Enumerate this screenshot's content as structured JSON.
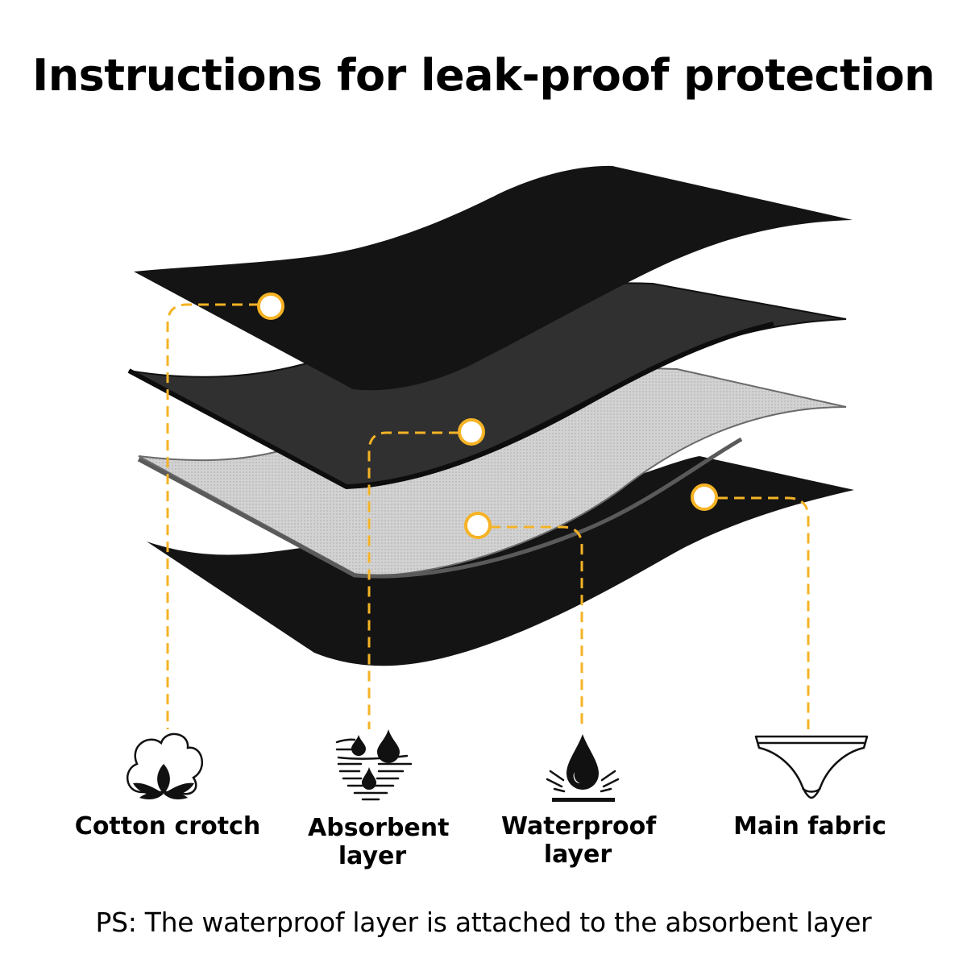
{
  "title": "Instructions for leak-proof protection",
  "layers": [
    {
      "key": "cotton",
      "label": "Cotton crotch",
      "icon": "cotton-boll-icon"
    },
    {
      "key": "absorbent",
      "label": "Absorbent layer",
      "icon": "absorbing-drops-icon"
    },
    {
      "key": "waterproof",
      "label": "Waterproof layer",
      "icon": "water-drop-repel-icon"
    },
    {
      "key": "main",
      "label": "Main fabric",
      "icon": "briefs-icon"
    }
  ],
  "note": "PS: The waterproof layer is attached to the absorbent layer",
  "colors": {
    "layer_dark": "#141414",
    "layer_mid": "#303030",
    "layer_light": "#c9c9c9",
    "connector": "#f5b325"
  }
}
